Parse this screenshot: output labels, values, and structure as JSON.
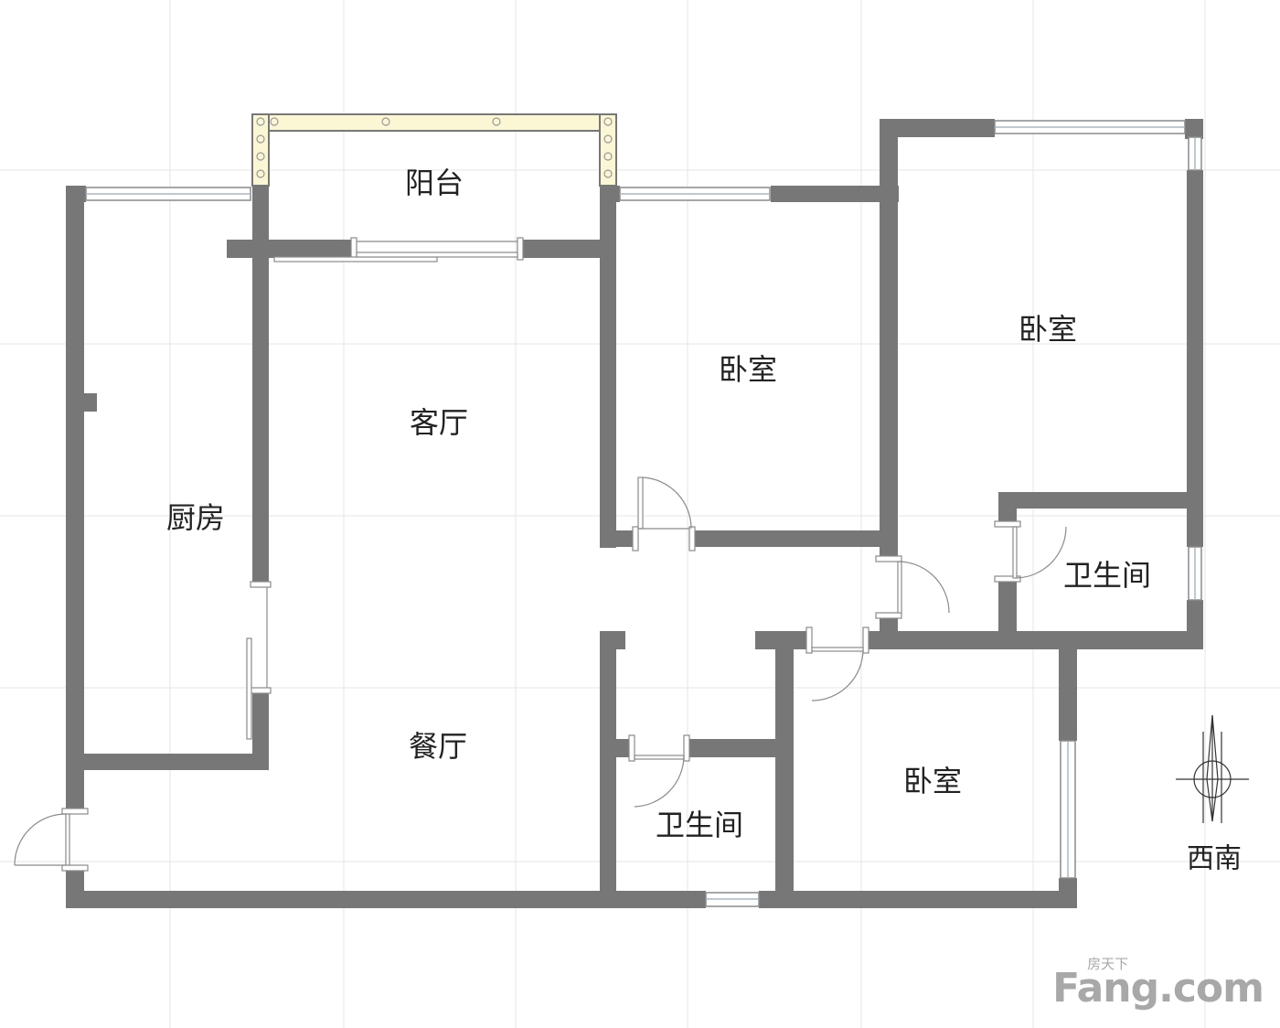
{
  "rooms": {
    "balcony": "阳台",
    "living_room": "客厅",
    "dining_room": "餐厅",
    "kitchen": "厨房",
    "bedroom_middle": "卧室",
    "bedroom_right": "卧室",
    "bedroom_bottom": "卧室",
    "bathroom_right": "卫生间",
    "bathroom_bottom": "卫生间"
  },
  "compass": {
    "orientation": "西南"
  },
  "watermark": {
    "brand": "Fang.com",
    "chinese": "房天下"
  },
  "colors": {
    "wall": "#777777",
    "balcony_rail": "#fbf7d5",
    "window_glass": "#a9b9c4"
  }
}
